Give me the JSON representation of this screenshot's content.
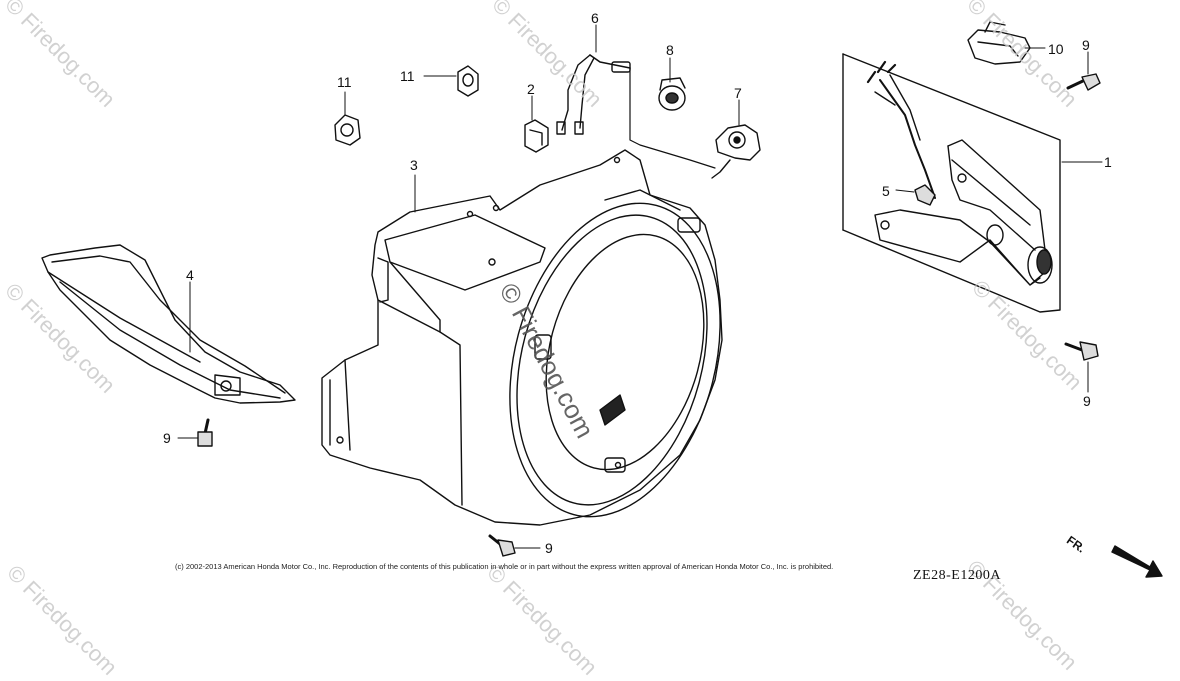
{
  "callouts": [
    {
      "label": "1"
    },
    {
      "label": "2"
    },
    {
      "label": "3"
    },
    {
      "label": "4"
    },
    {
      "label": "5"
    },
    {
      "label": "6"
    },
    {
      "label": "7"
    },
    {
      "label": "8"
    },
    {
      "label": "9"
    },
    {
      "label": "9"
    },
    {
      "label": "9"
    },
    {
      "label": "9"
    },
    {
      "label": "10"
    },
    {
      "label": "11"
    },
    {
      "label": "11"
    }
  ],
  "watermark": "© Firedog.com",
  "copyright": "(c) 2002-2013 American Honda Motor Co., Inc. Reproduction of the contents of this publication in whole or in part without the express written approval of American Honda Motor Co., Inc. is prohibited.",
  "diagram_code": "ZE28-E1200A",
  "direction_label": "FR."
}
